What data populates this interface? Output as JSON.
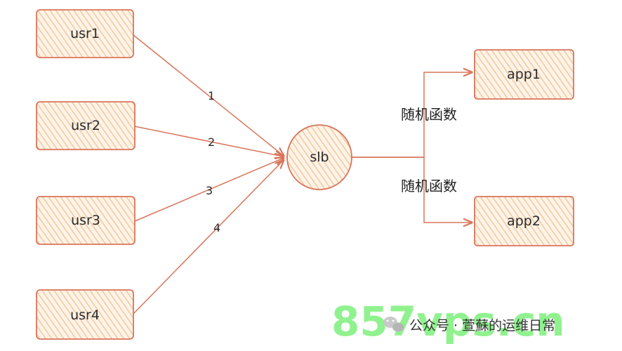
{
  "colors": {
    "stroke": "#d9755a",
    "fill": "#f8dcc0",
    "text": "#2b2b2b",
    "watermark_green": "#7cf07a"
  },
  "users": [
    {
      "id": "usr1",
      "label": "usr1"
    },
    {
      "id": "usr2",
      "label": "usr2"
    },
    {
      "id": "usr3",
      "label": "usr3"
    },
    {
      "id": "usr4",
      "label": "usr4"
    }
  ],
  "edges_in": [
    {
      "from": "usr1",
      "label": "1"
    },
    {
      "from": "usr2",
      "label": "2"
    },
    {
      "from": "usr3",
      "label": "3"
    },
    {
      "from": "usr4",
      "label": "4"
    }
  ],
  "balancer": {
    "id": "slb",
    "label": "slb"
  },
  "apps": [
    {
      "id": "app1",
      "label": "app1"
    },
    {
      "id": "app2",
      "label": "app2"
    }
  ],
  "edges_out": [
    {
      "to": "app1",
      "label": "随机函数"
    },
    {
      "to": "app2",
      "label": "随机函数"
    }
  ],
  "watermark": {
    "brand": "857vps.cn",
    "account": "公众号 · 萱蘇的运维日常",
    "icon": "wechat-icon"
  }
}
